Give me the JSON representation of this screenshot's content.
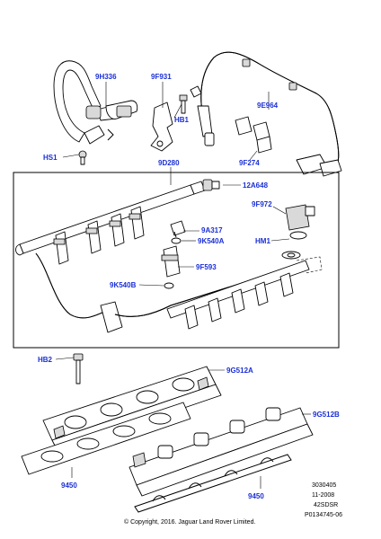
{
  "labels": {
    "9H336": "9H336",
    "9F931": "9F931",
    "HB1": "HB1",
    "9E964": "9E964",
    "HS1": "HS1",
    "9D280": "9D280",
    "12A648": "12A648",
    "9F972": "9F972",
    "9F274": "9F274",
    "9A317": "9A317",
    "9K540A": "9K540A",
    "HM1": "HM1",
    "9F593": "9F593",
    "9K540B": "9K540B",
    "HB2": "HB2",
    "9G512A": "9G512A",
    "9G512B": "9G512B",
    "9450a": "9450",
    "9450b": "9450"
  },
  "meta": {
    "line1": "3030405",
    "line2": "11-2008",
    "line3": "42SDSR",
    "line4": "P0134745-06"
  },
  "copyright": "© Copyright, 2016. Jaguar Land Rover Limited.",
  "colors": {
    "label": "#1a2fd6",
    "line": "#000000",
    "background": "#ffffff"
  }
}
